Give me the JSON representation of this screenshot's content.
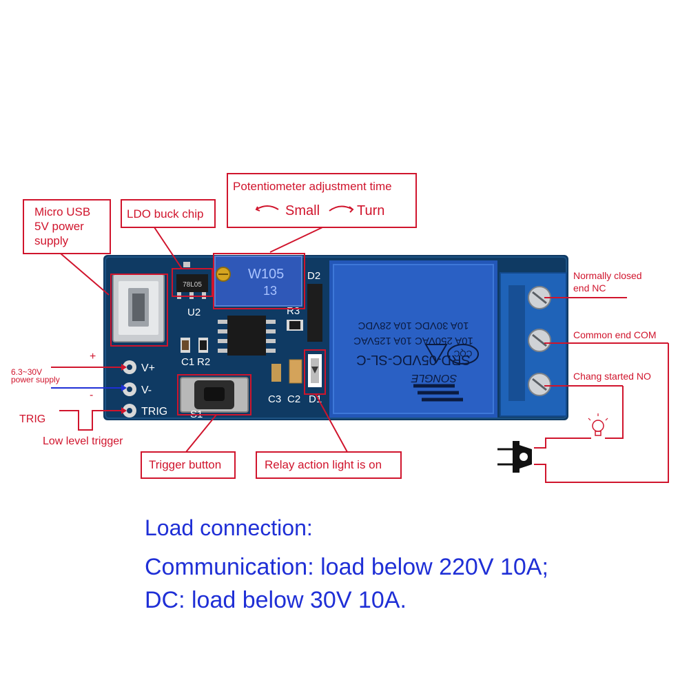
{
  "callouts": {
    "micro_usb": [
      "Micro USB",
      "5V power",
      "supply"
    ],
    "ldo": "LDO buck chip",
    "pot_title": "Potentiometer adjustment time",
    "pot_small": "Small",
    "pot_turn": "Turn",
    "nc": [
      "Normally closed",
      "end NC"
    ],
    "com": "Common end COM",
    "no": "Chang started NO",
    "supply_range": "6.3~30V",
    "supply_label": "power supply",
    "plus": "+",
    "minus": "-",
    "trig": "TRIG",
    "low_trigger": "Low level trigger",
    "trigger_button": "Trigger button",
    "relay_light": "Relay action light is on"
  },
  "board": {
    "u2": "U2",
    "c1": "C1",
    "r2": "R2",
    "r3": "R3",
    "d2": "D2",
    "c3": "C3",
    "c2": "C2",
    "d1": "D1",
    "s1": "S1",
    "vplus": "V+",
    "vminus": "V-",
    "trig": "TRIG",
    "reg_chip": "78L05",
    "pot_model": "W105",
    "pot_num": "13",
    "relay_model": "SRD-05VDC-SL-C",
    "relay_r1": "10A 250VAC   10A 125VAC",
    "relay_r2": "10A 30VDC   10A 28VDC",
    "relay_brand": "SONGLE",
    "relay_cqc": "CQC"
  },
  "footer": {
    "line1": "Load connection:",
    "line2": "Communication: load below 220V 10A;",
    "line3": "DC: load below 30V 10A."
  },
  "colors": {
    "callout": "#d0142c",
    "board": "#0f3a63",
    "relay": "#2357b8",
    "terminal": "#1f63b8",
    "footer_text": "#1f2fd6",
    "supply_plus_wire": "#d0142c",
    "supply_minus_wire": "#1f2fd6"
  }
}
